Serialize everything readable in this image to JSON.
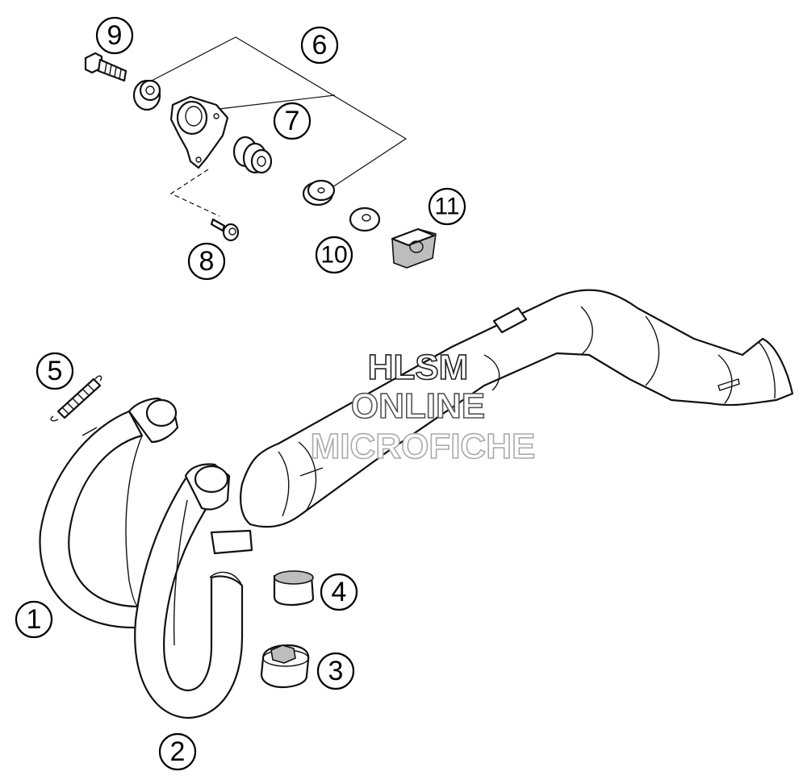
{
  "diagram": {
    "callouts": [
      {
        "id": "1",
        "label": "1"
      },
      {
        "id": "2",
        "label": "2"
      },
      {
        "id": "3",
        "label": "3"
      },
      {
        "id": "4",
        "label": "4"
      },
      {
        "id": "5",
        "label": "5"
      },
      {
        "id": "6",
        "label": "6"
      },
      {
        "id": "7",
        "label": "7"
      },
      {
        "id": "8",
        "label": "8"
      },
      {
        "id": "9",
        "label": "9"
      },
      {
        "id": "10",
        "label": "10"
      },
      {
        "id": "11",
        "label": "11"
      }
    ],
    "watermark": {
      "line1": "HLSM",
      "line2": "ONLINE",
      "line3": "MICROFICHE"
    }
  }
}
